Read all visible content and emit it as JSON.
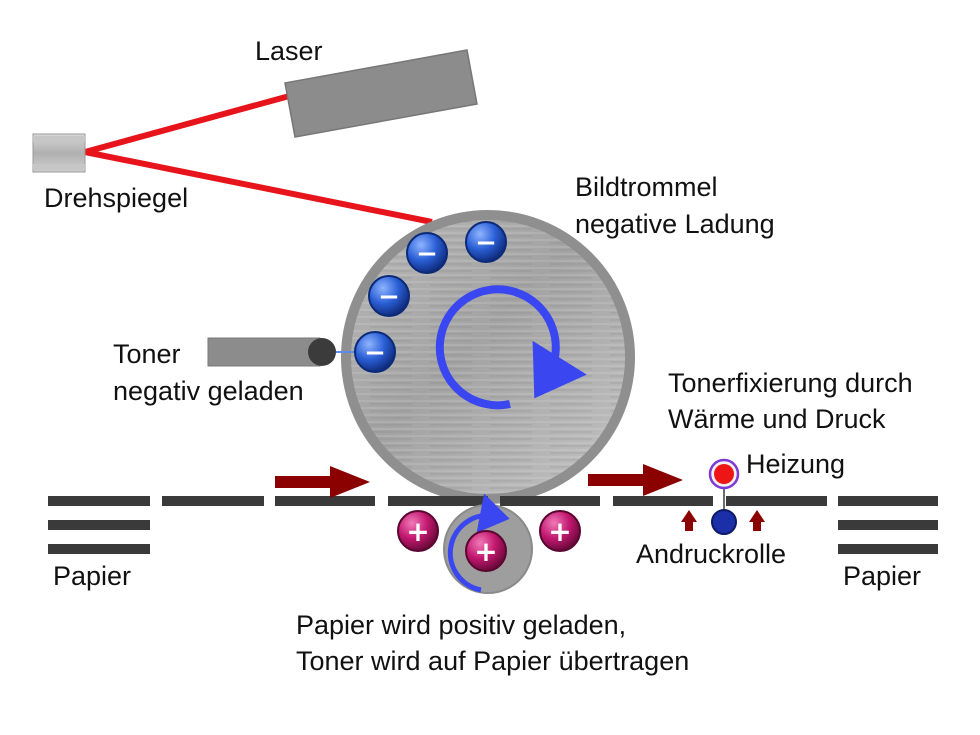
{
  "labels": {
    "laser": "Laser",
    "mirror": "Drehspiegel",
    "drum_line1": "Bildtrommel",
    "drum_line2": "negative Ladung",
    "toner_line1": "Toner",
    "toner_line2": "negativ geladen",
    "fixing_line1": "Tonerfixierung durch",
    "fixing_line2": "Wärme und Druck",
    "heater": "Heizung",
    "pressure_roller": "Andruckrolle",
    "paper_left": "Papier",
    "paper_right": "Papier",
    "transfer_line1": "Papier wird positiv geladen,",
    "transfer_line2": "Toner wird auf Papier übertragen"
  },
  "signs": {
    "negative": "−",
    "positive": "+"
  },
  "colors": {
    "laser_beam": "#e8141c",
    "arrow_dark_red": "#8b0000",
    "negative_charge": "#2a5fd6",
    "positive_charge": "#c2186f",
    "rotation_arrow": "#3a47f0",
    "device_gray": "#8c8c8c",
    "paper_bar": "#3a3a3a"
  }
}
